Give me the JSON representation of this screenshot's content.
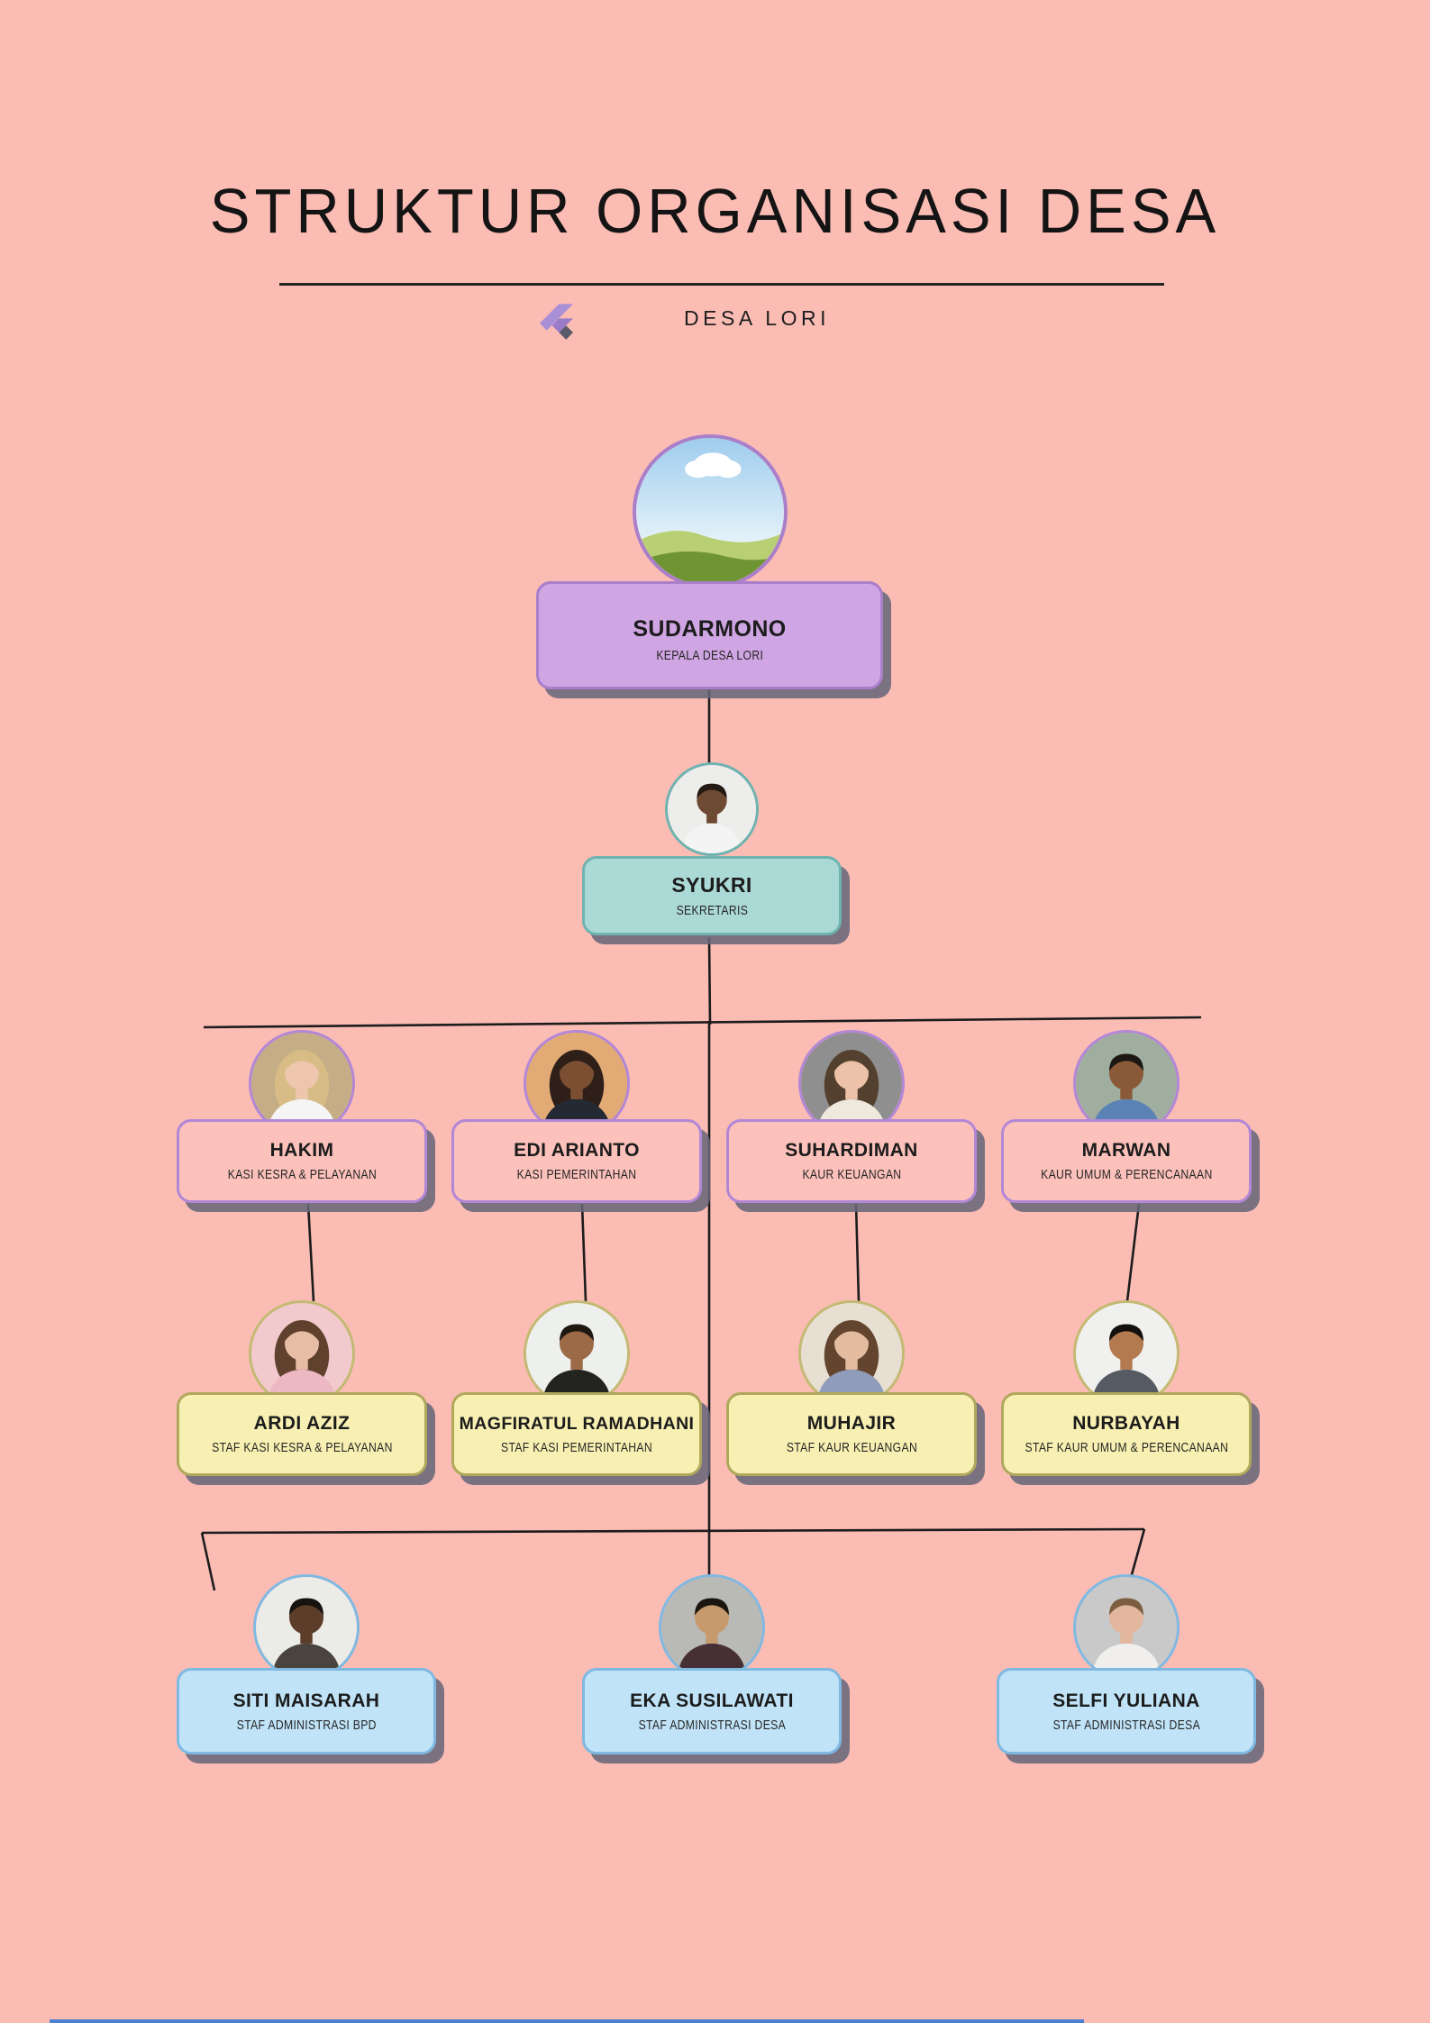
{
  "header": {
    "title": "STRUKTUR ORGANISASI DESA",
    "subtitle": "DESA LORI",
    "logo_icon": "flutter-chevron-logo"
  },
  "palette": {
    "background": "#fbbcb4",
    "connector_line": "#1c1c1c",
    "card_shadow": "#68667a",
    "footer_strip": "#4a7fd2",
    "logo_light": "#a98fd6",
    "logo_mid": "#9b7cc9",
    "logo_dark": "#5b5a6b",
    "levels": {
      "kepala": {
        "fill": "#d0a5e3",
        "border": "#aa7fca",
        "ring": "#aa7fca"
      },
      "sekretaris": {
        "fill": "#abd9d6",
        "border": "#6fb3b0",
        "ring": "#6fb3b0"
      },
      "kasi": {
        "fill": "#fcc1bb",
        "border": "#b287d6",
        "ring": "#b287d6"
      },
      "staf": {
        "fill": "#f8f0b2",
        "border": "#b0a85c",
        "ring": "#c3ba74"
      },
      "admin": {
        "fill": "#c0e3f8",
        "border": "#7fb9e2",
        "ring": "#7fb9e2"
      }
    }
  },
  "members": [
    {
      "name": "SUDARMONO",
      "role": "KEPALA DESA LORI",
      "level": "kepala",
      "avatar": {
        "type": "landscape",
        "sky_top": "#9fcdee",
        "sky_bottom": "#eef7fb",
        "cloud": "#ffffff",
        "hill_back": "#b9cf74",
        "hill_front": "#6f9433"
      }
    },
    {
      "name": "SYUKRI",
      "role": "SEKRETARIS",
      "level": "sekretaris",
      "avatar": {
        "type": "person",
        "bg": "#ededeb",
        "skin": "#6e4a33",
        "hair": "#241a14",
        "shirt": "#f4f4f4",
        "hair_long": false
      }
    },
    {
      "name": "HAKIM",
      "role": "KASI KESRA & PELAYANAN",
      "level": "kasi",
      "avatar": {
        "type": "person",
        "bg": "#c5ad85",
        "skin": "#edc6ad",
        "hair": "#d8bc85",
        "shirt": "#f5f5f5",
        "hair_long": true
      }
    },
    {
      "name": "EDI ARIANTO",
      "role": "KASI PEMERINTAHAN",
      "level": "kasi",
      "avatar": {
        "type": "person",
        "bg": "#e2aa74",
        "skin": "#7c4f33",
        "hair": "#2e2019",
        "shirt": "#232a33",
        "hair_long": true
      }
    },
    {
      "name": "SUHARDIMAN",
      "role": "KAUR KEUANGAN",
      "level": "kasi",
      "avatar": {
        "type": "person",
        "bg": "#8f8f8f",
        "skin": "#ecc3a8",
        "hair": "#54402e",
        "shirt": "#efe9dd",
        "hair_long": true
      }
    },
    {
      "name": "MARWAN",
      "role": "KAUR UMUM & PERENCANAAN",
      "level": "kasi",
      "avatar": {
        "type": "person",
        "bg": "#9fae9f",
        "skin": "#8a5a38",
        "hair": "#1c1713",
        "shirt": "#5b82b5",
        "hair_long": false
      }
    },
    {
      "name": "ARDI AZIZ",
      "role": "STAF KASI KESRA & PELAYANAN",
      "level": "staf",
      "avatar": {
        "type": "person",
        "bg": "#f2c9cd",
        "skin": "#e8bda6",
        "hair": "#5f412e",
        "shirt": "#ecb9c2",
        "hair_long": true
      }
    },
    {
      "name": "MAGFIRATUL RAMADHANI",
      "role": "STAF KASI PEMERINTAHAN",
      "level": "staf",
      "avatar": {
        "type": "person",
        "bg": "#eef0ee",
        "skin": "#9c6a46",
        "hair": "#1f1812",
        "shirt": "#23231f",
        "hair_long": false
      }
    },
    {
      "name": "MUHAJIR",
      "role": "STAF KAUR KEUANGAN",
      "level": "staf",
      "avatar": {
        "type": "person",
        "bg": "#e7dfd2",
        "skin": "#e3bb9f",
        "hair": "#63452f",
        "shirt": "#8f9cba",
        "hair_long": true
      }
    },
    {
      "name": "NURBAYAH",
      "role": "STAF KAUR UMUM & PERENCANAAN",
      "level": "staf",
      "avatar": {
        "type": "person",
        "bg": "#f0f0ee",
        "skin": "#b3794f",
        "hair": "#14100d",
        "shirt": "#565b63",
        "hair_long": false
      }
    },
    {
      "name": "SITI MAISARAH",
      "role": "STAF ADMINISTRASI BPD",
      "level": "admin",
      "avatar": {
        "type": "person",
        "bg": "#ebebe8",
        "skin": "#5c3d2a",
        "hair": "#171310",
        "shirt": "#49443e",
        "hair_long": false
      }
    },
    {
      "name": "EKA SUSILAWATI",
      "role": "STAF ADMINISTRASI DESA",
      "level": "admin",
      "avatar": {
        "type": "person",
        "bg": "#b9b9b6",
        "skin": "#c79a6d",
        "hair": "#1b1510",
        "shirt": "#463036",
        "hair_long": false
      }
    },
    {
      "name": "SELFI YULIANA",
      "role": "STAF ADMINISTRASI DESA",
      "level": "admin",
      "avatar": {
        "type": "person",
        "bg": "#c9c9c9",
        "skin": "#e2b79e",
        "hair": "#7c5d40",
        "shirt": "#f0efed",
        "hair_long": false
      }
    }
  ]
}
